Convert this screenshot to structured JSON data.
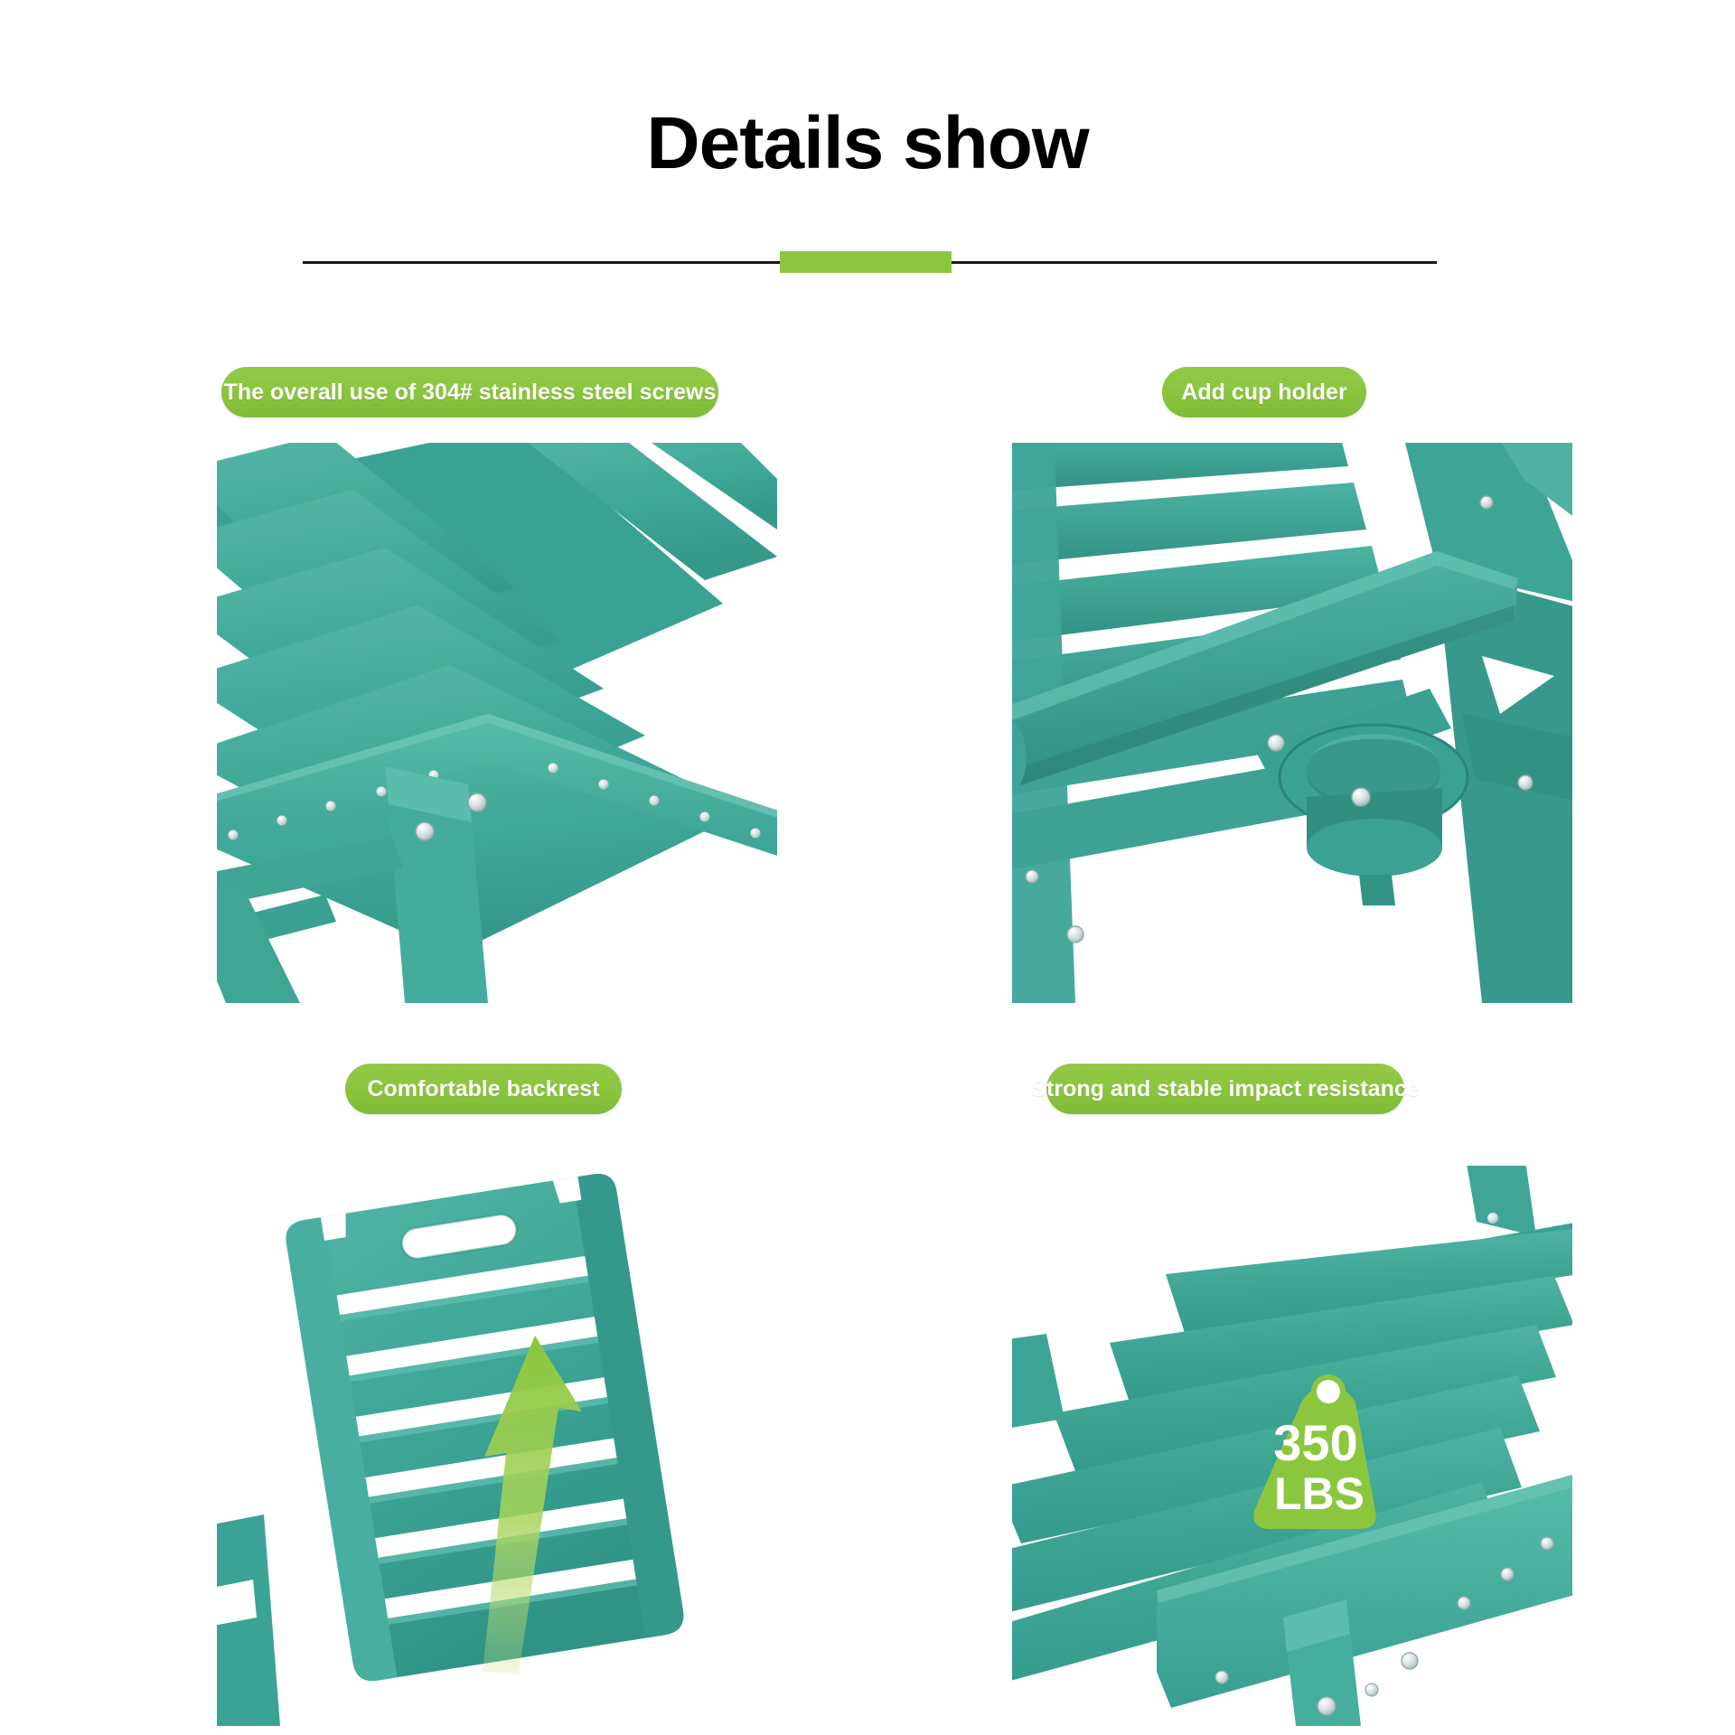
{
  "header": {
    "title": "Details show",
    "divider": {
      "line_color": "#1a1a1a",
      "accent_color": "#8CC63F"
    }
  },
  "theme": {
    "pill_green": "#8BC53F",
    "pill_green_light": "#93C947",
    "pill_green_dark": "#7FBC38",
    "product_teal": "#3FA898",
    "product_teal_light": "#52B8A8",
    "product_teal_dark": "#2E8C7E",
    "background": "#FFFFFF",
    "text_dark": "#000000",
    "text_on_pill": "#FFFFFF",
    "screw_silver": "#C9D4D6",
    "arrow_green": "#8CC63F"
  },
  "features": [
    {
      "id": "stainless-screws",
      "label": "The overall use of 304# stainless steel screws",
      "photo_alt": "Close-up of teal slatted seat corner with stainless steel screws along the side rail"
    },
    {
      "id": "cup-holder",
      "label": "Add cup holder",
      "photo_alt": "Teal armrest with an integrated round cup holder ring attached at the side"
    },
    {
      "id": "comfortable-backrest",
      "label": "Comfortable backrest",
      "photo_alt": "Teal slatted backrest panel with a carry handle hole and an upward green arrow"
    },
    {
      "id": "impact-resistance",
      "label": "Strong and stable impact resistance",
      "photo_alt": "Teal slatted seat with a weight badge showing maximum load capacity"
    }
  ],
  "weight_badge": {
    "value": "350",
    "unit": "LBS",
    "badge_color": "#8CC63F",
    "text_color": "#FFFFFF"
  }
}
